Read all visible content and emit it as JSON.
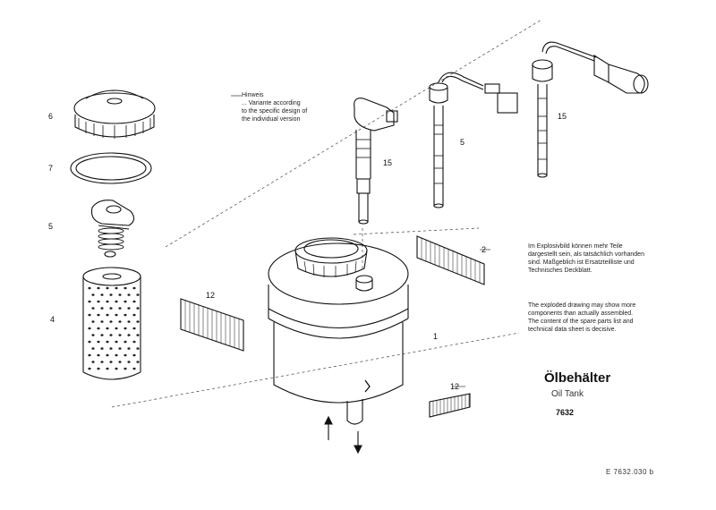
{
  "title": "Ölbehälter",
  "subtitle": "Oil Tank",
  "diagram_code": "7632",
  "image_reference": "E 7632.030 b",
  "part_labels": {
    "p1": "1",
    "p2": "2",
    "p4": "4",
    "p5a": "5",
    "p5b": "5",
    "p6": "6",
    "p7": "7",
    "p12a": "12",
    "p12b": "12",
    "p15a": "15",
    "p15b": "15"
  },
  "notes": {
    "version_note": [
      "Hinweis",
      "... Variante according",
      "to the specific design of",
      "the individual version"
    ],
    "note_de": [
      "Im Explosivbild können mehr Teile",
      "dargestellt sein, als tatsächlich vorhanden",
      "sind. Maßgeblich ist Ersatzteilliste und",
      "Technisches Deckblatt."
    ],
    "note_en": [
      "The exploded drawing may show more",
      "components than actually assembled.",
      "The content of the spare parts list and",
      "technical data sheet is decisive."
    ]
  }
}
